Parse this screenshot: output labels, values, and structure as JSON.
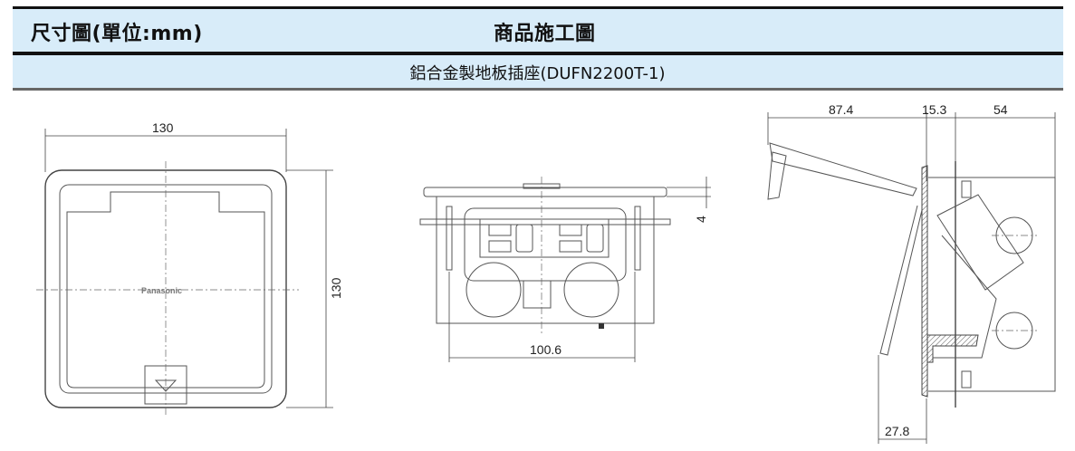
{
  "header": {
    "left_title": "尺寸圖(單位:mm)",
    "center_title": "商品施工圖",
    "product_title": "鋁合金製地板插座(DUFN2200T-1)"
  },
  "front_view": {
    "width_dim": "130",
    "height_dim": "130",
    "logo": "Panasonic"
  },
  "middle_view": {
    "width_dim": "100.6",
    "thickness_dim": "4"
  },
  "side_view": {
    "dim_lid": "87.4",
    "dim_flange": "15.3",
    "dim_box": "54",
    "dim_bottom": "27.8"
  }
}
